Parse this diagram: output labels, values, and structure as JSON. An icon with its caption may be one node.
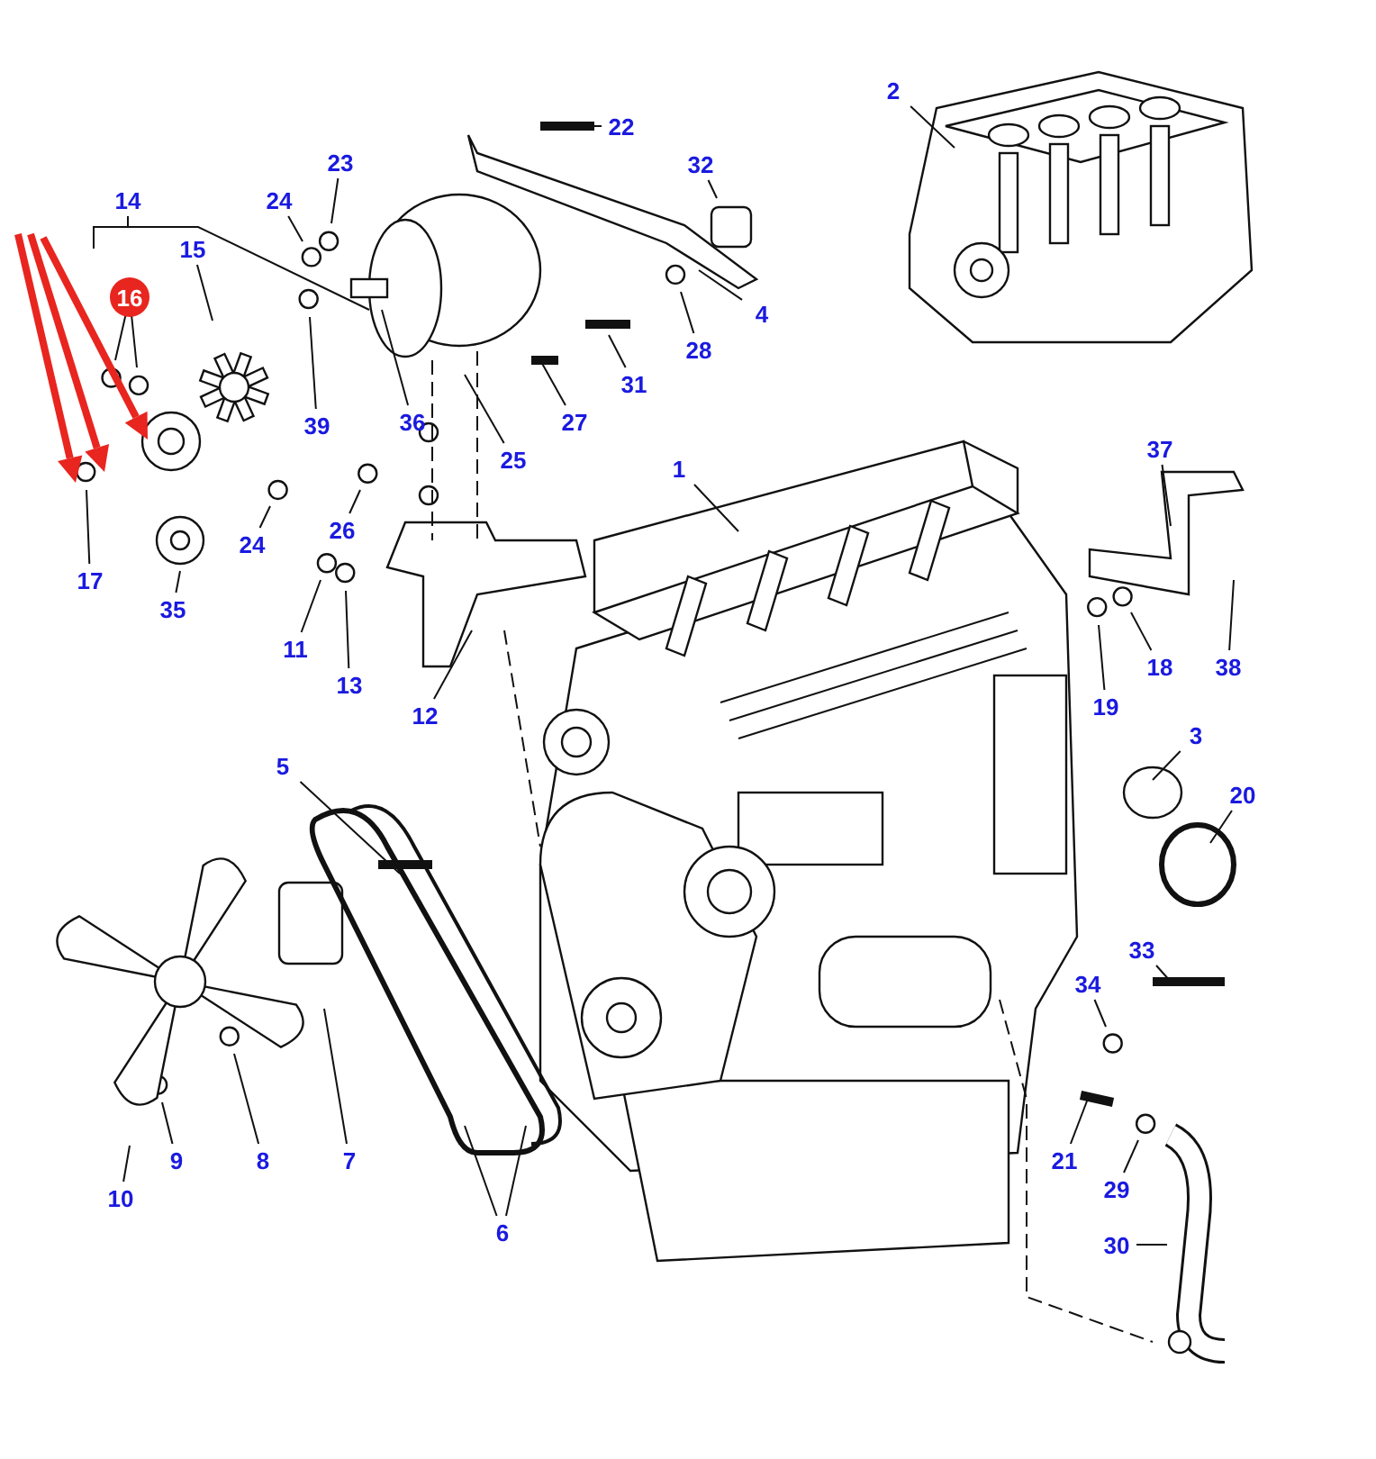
{
  "diagram": {
    "nodes": [
      {
        "text": [
          "1"
        ]
      },
      {
        "text": [
          "2"
        ]
      },
      {
        "text": [
          "3"
        ]
      },
      {
        "text": [
          "4"
        ]
      },
      {
        "text": [
          "5"
        ]
      },
      {
        "text": [
          "6"
        ]
      },
      {
        "text": [
          "7"
        ]
      },
      {
        "text": [
          "8"
        ]
      },
      {
        "text": [
          "9"
        ]
      },
      {
        "text": [
          "10"
        ]
      },
      {
        "text": [
          "11"
        ]
      },
      {
        "text": [
          "12"
        ]
      },
      {
        "text": [
          "13"
        ]
      },
      {
        "text": [
          "14"
        ]
      },
      {
        "text": [
          "15"
        ]
      },
      {
        "text": [
          "16"
        ]
      },
      {
        "text": [
          "17"
        ]
      },
      {
        "text": [
          "18"
        ]
      },
      {
        "text": [
          "19"
        ]
      },
      {
        "text": [
          "20"
        ]
      },
      {
        "text": [
          "21"
        ]
      },
      {
        "text": [
          "22"
        ]
      },
      {
        "text": [
          "23"
        ]
      },
      {
        "text": [
          "24"
        ]
      },
      {
        "text": [
          "24"
        ]
      },
      {
        "text": [
          "25"
        ]
      },
      {
        "text": [
          "26"
        ]
      },
      {
        "text": [
          "27"
        ]
      },
      {
        "text": [
          "28"
        ]
      },
      {
        "text": [
          "29"
        ]
      },
      {
        "text": [
          "30"
        ]
      },
      {
        "text": [
          "31"
        ]
      },
      {
        "text": [
          "32"
        ]
      },
      {
        "text": [
          "33"
        ]
      },
      {
        "text": [
          "34"
        ]
      },
      {
        "text": [
          "35"
        ]
      },
      {
        "text": [
          "36"
        ]
      },
      {
        "text": [
          "37"
        ]
      },
      {
        "text": [
          "38"
        ]
      },
      {
        "text": [
          "39"
        ]
      }
    ],
    "edges": [
      {
        "from": 0,
        "to": null,
        "arrow": "none"
      },
      {
        "from": 1,
        "to": null,
        "arrow": "none"
      },
      {
        "from": 2,
        "to": null,
        "arrow": "none"
      },
      {
        "from": 3,
        "to": null,
        "arrow": "none"
      },
      {
        "from": 4,
        "to": null,
        "arrow": "none"
      },
      {
        "from": 5,
        "to": null,
        "arrow": "none"
      },
      {
        "from": 5,
        "to": null,
        "arrow": "none"
      },
      {
        "from": 6,
        "to": null,
        "arrow": "none"
      },
      {
        "from": 7,
        "to": null,
        "arrow": "none"
      },
      {
        "from": 8,
        "to": null,
        "arrow": "none"
      },
      {
        "from": 9,
        "to": null,
        "arrow": "none"
      },
      {
        "from": 10,
        "to": null,
        "arrow": "none"
      },
      {
        "from": 11,
        "to": null,
        "arrow": "none"
      },
      {
        "from": 12,
        "to": null,
        "arrow": "none"
      },
      {
        "from": 13,
        "to": null,
        "arrow": "none"
      },
      {
        "from": 13,
        "to": null,
        "arrow": "none"
      },
      {
        "from": 14,
        "to": null,
        "arrow": "none"
      },
      {
        "from": 15,
        "to": null,
        "arrow": "none"
      },
      {
        "from": 15,
        "to": null,
        "arrow": "none"
      },
      {
        "from": 16,
        "to": null,
        "arrow": "none"
      },
      {
        "from": 17,
        "to": null,
        "arrow": "none"
      },
      {
        "from": 18,
        "to": null,
        "arrow": "none"
      },
      {
        "from": 19,
        "to": null,
        "arrow": "none"
      },
      {
        "from": 20,
        "to": null,
        "arrow": "none"
      },
      {
        "from": 21,
        "to": null,
        "arrow": "none"
      },
      {
        "from": 22,
        "to": null,
        "arrow": "none"
      },
      {
        "from": 23,
        "to": null,
        "arrow": "none"
      },
      {
        "from": 24,
        "to": null,
        "arrow": "none"
      },
      {
        "from": 25,
        "to": null,
        "arrow": "none"
      },
      {
        "from": 26,
        "to": null,
        "arrow": "none"
      },
      {
        "from": 27,
        "to": null,
        "arrow": "none"
      },
      {
        "from": 28,
        "to": null,
        "arrow": "none"
      },
      {
        "from": 29,
        "to": null,
        "arrow": "none"
      },
      {
        "from": 30,
        "to": null,
        "arrow": "none"
      },
      {
        "from": 31,
        "to": null,
        "arrow": "none"
      },
      {
        "from": 32,
        "to": null,
        "arrow": "none"
      },
      {
        "from": 33,
        "to": null,
        "arrow": "none"
      },
      {
        "from": 34,
        "to": null,
        "arrow": "none"
      },
      {
        "from": 35,
        "to": null,
        "arrow": "none"
      },
      {
        "from": 36,
        "to": null,
        "arrow": "none"
      },
      {
        "from": 37,
        "to": null,
        "arrow": "none"
      },
      {
        "from": 38,
        "to": null,
        "arrow": "none"
      },
      {
        "from": 39,
        "to": null,
        "arrow": "none"
      }
    ]
  }
}
